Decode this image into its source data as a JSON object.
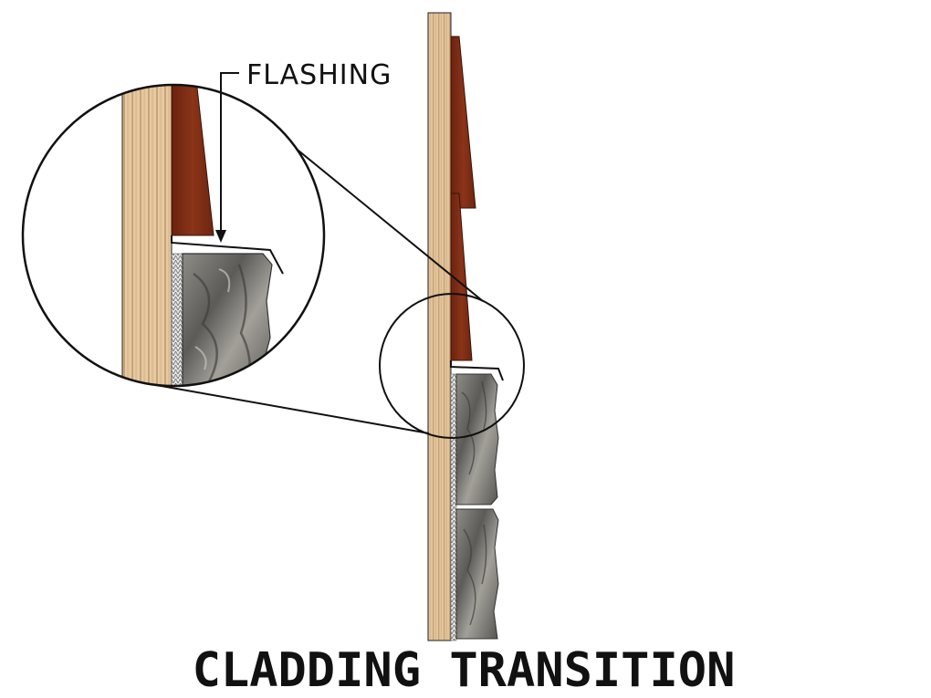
{
  "diagram": {
    "title": "CLADDING TRANSITION",
    "callout": "FLASHING"
  },
  "colors": {
    "plywood_light": "#e3c49a",
    "plywood_dark": "#c9a47a",
    "siding": "#7a2a12",
    "siding_highlight": "#9a4122",
    "stone_dark": "#5a5a58",
    "stone_light": "#a8a6a0",
    "line": "#111111"
  },
  "icons": [
    "plywood-sheathing",
    "wood-siding",
    "stone-veneer",
    "metal-flashing",
    "detail-magnifier"
  ]
}
